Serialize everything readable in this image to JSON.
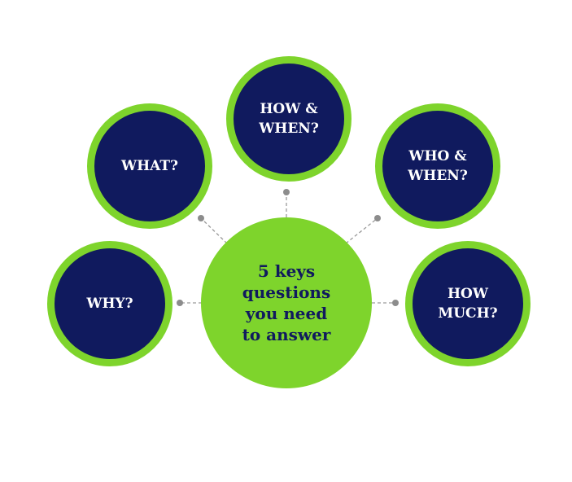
{
  "colors": {
    "navy": "#101a5e",
    "green": "#7ed42c",
    "connector": "#9a9a9a",
    "background": "#ffffff"
  },
  "center": {
    "label": "5 keys\nquestions\nyou need\nto answer"
  },
  "nodes": {
    "why": {
      "label": "WHY?"
    },
    "what": {
      "label": "WHAT?"
    },
    "how_when": {
      "label": "HOW &\nWHEN?"
    },
    "who_when": {
      "label": "WHO &\nWHEN?"
    },
    "how_much": {
      "label": "HOW\nMUCH?"
    }
  }
}
